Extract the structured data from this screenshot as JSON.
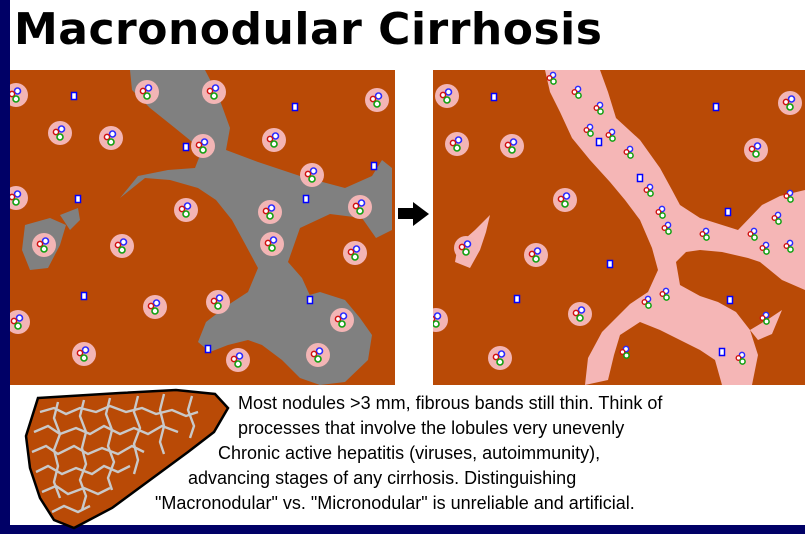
{
  "title": "Macronodular Cirrhosis",
  "caption": {
    "line1": "Most nodules >3 mm, fibrous bands still thin. Think of",
    "line2": "processes that involve  the lobules very unevenly",
    "line3": "Chronic active hepatitis (viruses,  autoimmunity),",
    "line4": "advancing stages of any cirrhosis.  Distinguishing",
    "line5": "\"Macronodular\" vs. \"Micronodular\" is unreliable and artificial."
  },
  "colors": {
    "background": "#000066",
    "content_bg": "#ffffff",
    "parenchyma": "#b94a06",
    "fibrosis_gray": "#808080",
    "fibrosis_pink": "#f5b6b6",
    "lobule_pink": "#f3b5b5",
    "portal_blue": "#0000ff",
    "outline": "#000000"
  },
  "icons": {
    "arrow": "right-arrow-icon",
    "liver": "liver-silhouette-icon"
  }
}
